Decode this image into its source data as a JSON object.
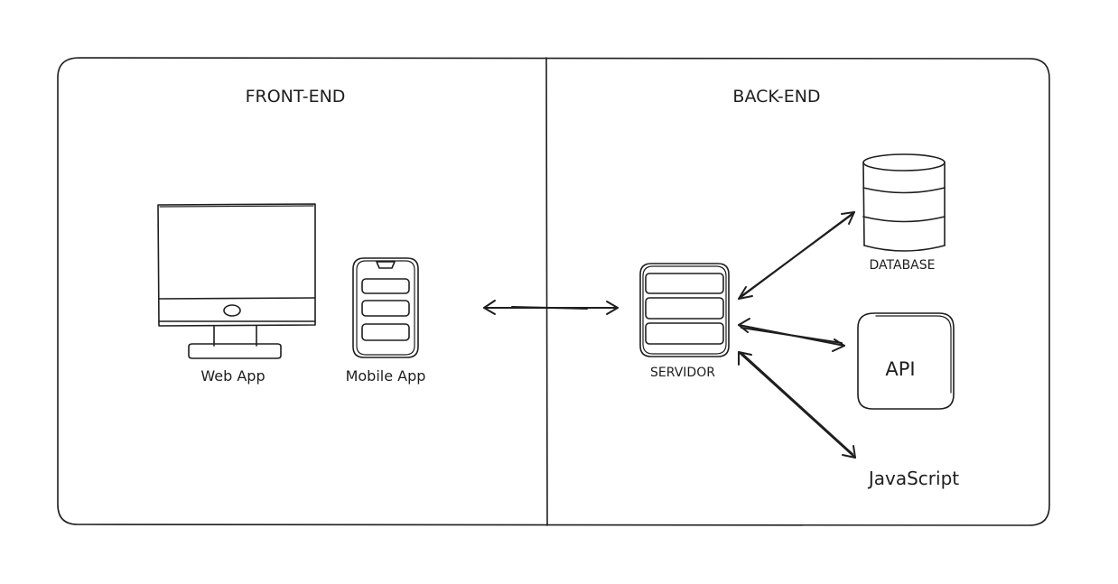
{
  "sections": {
    "frontend_title": "FRONT-END",
    "backend_title": "BACK-END"
  },
  "nodes": {
    "web_app": "Web App",
    "mobile_app": "Mobile App",
    "server": "SERVIDOR",
    "database": "DATABASE",
    "api": "API",
    "javascript": "JavaScript"
  },
  "colors": {
    "stroke": "#1e1e1e",
    "background": "#ffffff"
  }
}
